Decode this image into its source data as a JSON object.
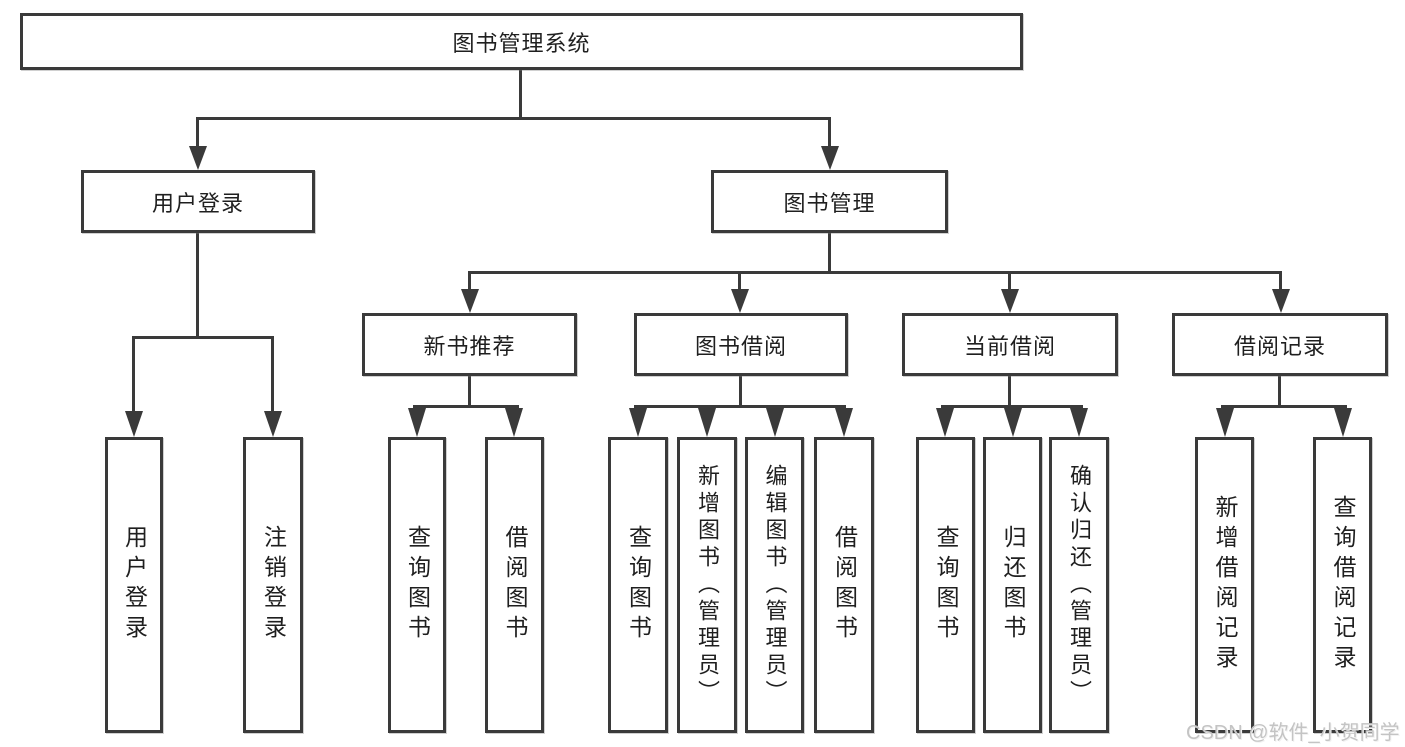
{
  "diagram_title": "图书管理系统",
  "tree": {
    "root": "图书管理系统",
    "branches": [
      {
        "label": "用户登录",
        "children": [
          "用户登录",
          "注销登录"
        ]
      },
      {
        "label": "图书管理",
        "groups": [
          {
            "label": "新书推荐",
            "children": [
              "查询图书",
              "借阅图书"
            ]
          },
          {
            "label": "图书借阅",
            "children": [
              "查询图书",
              "新增图书（管理员）",
              "编辑图书（管理员）",
              "借阅图书"
            ]
          },
          {
            "label": "当前借阅",
            "children": [
              "查询图书",
              "归还图书",
              "确认归还（管理员）"
            ]
          },
          {
            "label": "借阅记录",
            "children": [
              "新增借阅记录",
              "查询借阅记录"
            ]
          }
        ]
      }
    ]
  },
  "watermark": {
    "text": "CSDN @软件_小贺同学"
  },
  "colors": {
    "background": "#ffffff",
    "line": "#3a3a3a",
    "box_border": "#3a3a3a",
    "text": "#1f1f1f",
    "watermark": "#c4c4c4"
  }
}
